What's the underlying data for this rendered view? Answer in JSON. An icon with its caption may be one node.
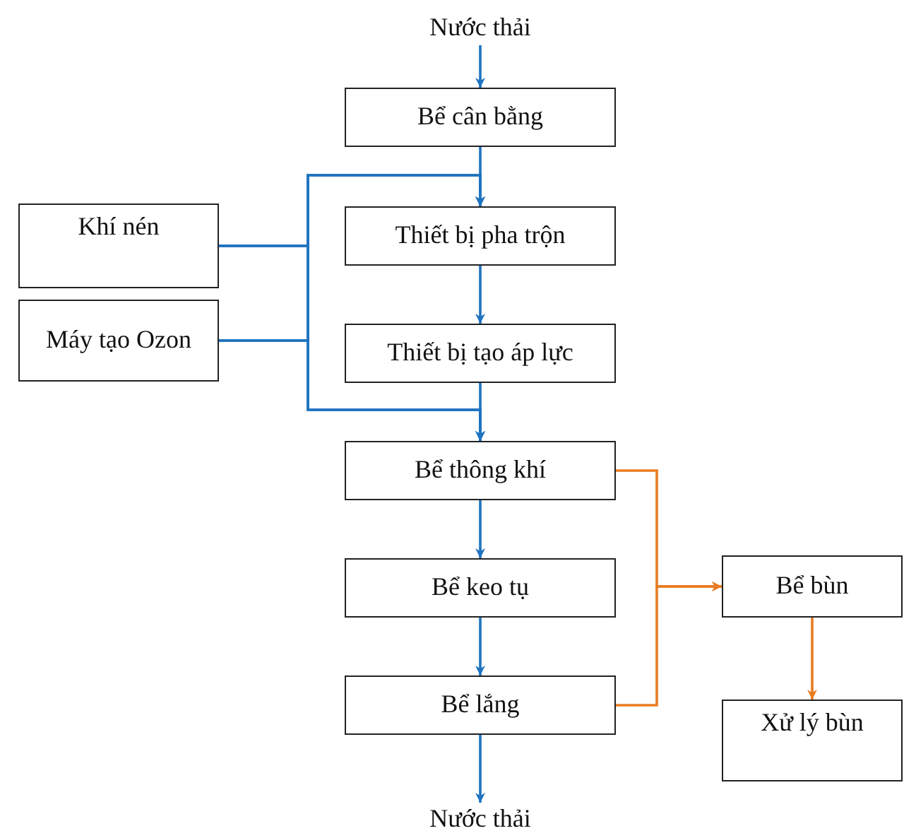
{
  "diagram": {
    "nodes": [
      {
        "text": [
          "Nước thải"
        ]
      },
      {
        "text": [
          "Bể cân bằng"
        ]
      },
      {
        "text": [
          "Khí nén"
        ]
      },
      {
        "text": [
          "Máy tạo Ozon"
        ]
      },
      {
        "text": [
          "Thiết bị pha trộn"
        ]
      },
      {
        "text": [
          "Thiết bị tạo áp lực"
        ]
      },
      {
        "text": [
          "Bể thông khí"
        ]
      },
      {
        "text": [
          "Bể keo tụ"
        ]
      },
      {
        "text": [
          "Bể lắng"
        ]
      },
      {
        "text": [
          "Nước thải"
        ]
      },
      {
        "text": [
          "Bể bùn"
        ]
      },
      {
        "text": [
          "Xử lý bùn"
        ]
      }
    ],
    "edges": [
      {
        "from": 0,
        "to": 1,
        "arrow": "to"
      },
      {
        "from": 1,
        "to": 4,
        "arrow": "to"
      },
      {
        "from": 2,
        "to": 4,
        "arrow": "to"
      },
      {
        "from": 3,
        "to": 4,
        "arrow": "to"
      },
      {
        "from": 2,
        "to": 6,
        "arrow": "to"
      },
      {
        "from": 3,
        "to": 6,
        "arrow": "to"
      },
      {
        "from": 4,
        "to": 5,
        "arrow": "to"
      },
      {
        "from": 5,
        "to": 6,
        "arrow": "to"
      },
      {
        "from": 6,
        "to": 7,
        "arrow": "to"
      },
      {
        "from": 7,
        "to": 8,
        "arrow": "to"
      },
      {
        "from": 8,
        "to": 9,
        "arrow": "to"
      },
      {
        "from": 6,
        "to": 10,
        "arrow": "to",
        "color": "#e97c20"
      },
      {
        "from": 8,
        "to": 10,
        "arrow": "to",
        "color": "#e97c20"
      },
      {
        "from": 10,
        "to": 11,
        "arrow": "to",
        "color": "#e97c20"
      }
    ]
  }
}
